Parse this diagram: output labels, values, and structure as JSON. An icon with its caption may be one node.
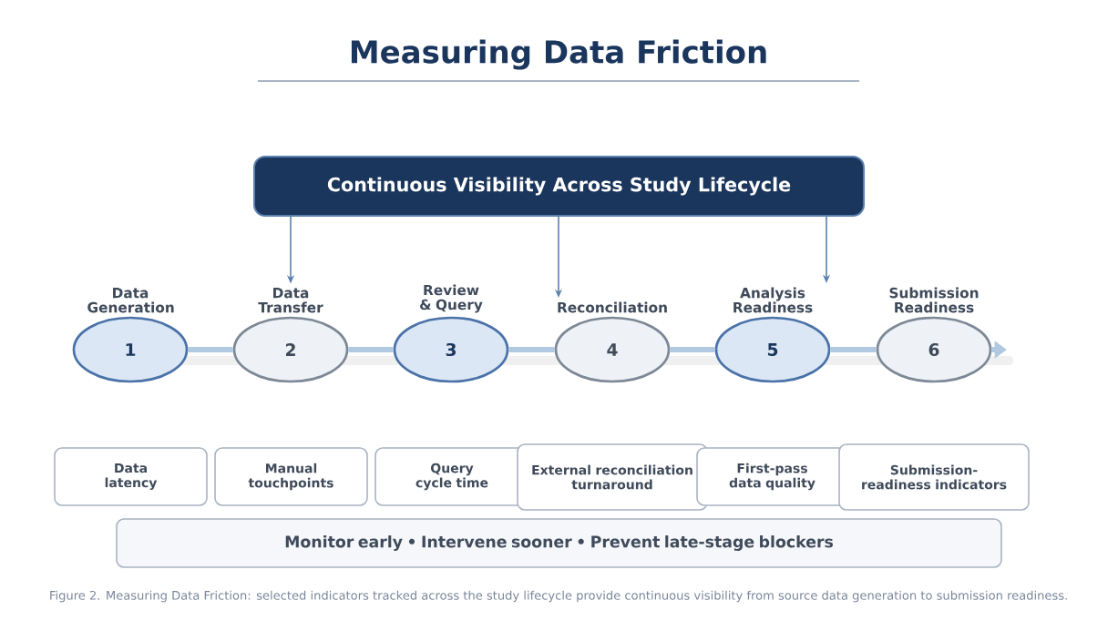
{
  "diagram": {
    "title": "Measuring Data Friction",
    "caption": "Figure 2. Measuring Data Friction: selected indicators tracked across the study lifecycle provide continuous visibility from source data generation to submission readiness.",
    "nodes": [
      {
        "text": [
          "Continuous Visibility Across Study Lifecycle"
        ]
      },
      {
        "text": [
          "1"
        ],
        "beside": [
          "Data Generation"
        ]
      },
      {
        "text": [
          "2"
        ],
        "beside": [
          "Data Transfer"
        ]
      },
      {
        "text": [
          "3"
        ],
        "beside": [
          "Review & Query"
        ]
      },
      {
        "text": [
          "4"
        ],
        "beside": [
          "Reconciliation"
        ]
      },
      {
        "text": [
          "5"
        ],
        "beside": [
          "Analysis Readiness"
        ]
      },
      {
        "text": [
          "6"
        ],
        "beside": [
          "Submission Readiness"
        ]
      },
      {
        "text": [
          "Data latency"
        ]
      },
      {
        "text": [
          "Manual touchpoints"
        ]
      },
      {
        "text": [
          "Query cycle time"
        ]
      },
      {
        "text": [
          "External reconciliation turnaround"
        ]
      },
      {
        "text": [
          "First-pass data quality"
        ]
      },
      {
        "text": [
          "Submission-readiness indicators"
        ]
      },
      {
        "text": [
          "Monitor early • Intervene sooner • Prevent late-stage blockers"
        ]
      }
    ],
    "edges": [
      {
        "from": 0,
        "to": 2,
        "arrow": "to",
        "color": "#5b80ad"
      },
      {
        "from": 0,
        "to": 4,
        "arrow": "to",
        "color": "#5b80ad"
      },
      {
        "from": 0,
        "to": 5,
        "arrow": "to",
        "color": "#5b80ad"
      },
      {
        "from": 1,
        "to": 2,
        "arrow": "none"
      },
      {
        "from": 2,
        "to": 3,
        "arrow": "none"
      },
      {
        "from": 3,
        "to": 4,
        "arrow": "none"
      },
      {
        "from": 4,
        "to": 5,
        "arrow": "none"
      },
      {
        "from": 5,
        "to": 6,
        "arrow": "none"
      },
      {
        "from": 6,
        "to": null,
        "arrow": "to"
      }
    ]
  }
}
